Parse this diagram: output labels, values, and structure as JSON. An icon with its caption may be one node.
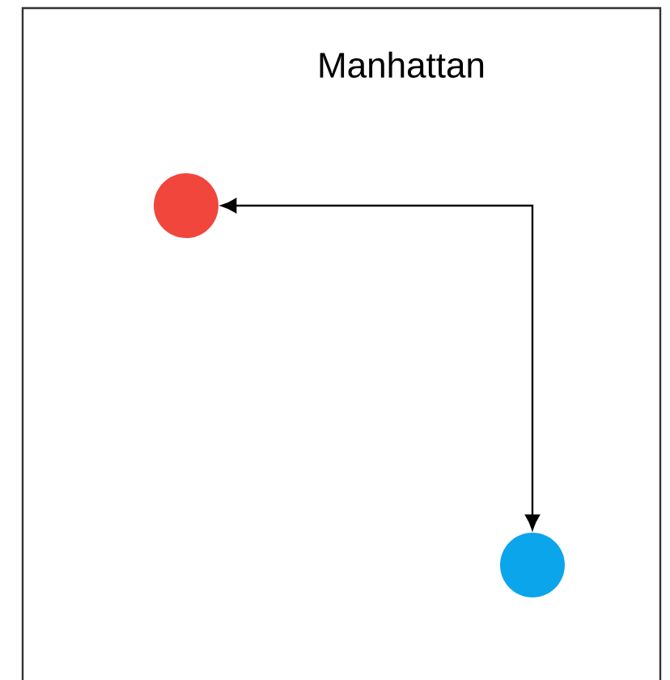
{
  "diagram": {
    "title": "Manhattan",
    "nodes": [
      {
        "text": [],
        "shape": "circle"
      },
      {
        "text": [],
        "shape": "circle"
      }
    ],
    "edges": [
      {
        "from": 0,
        "to": 1,
        "arrow": "both"
      }
    ]
  }
}
